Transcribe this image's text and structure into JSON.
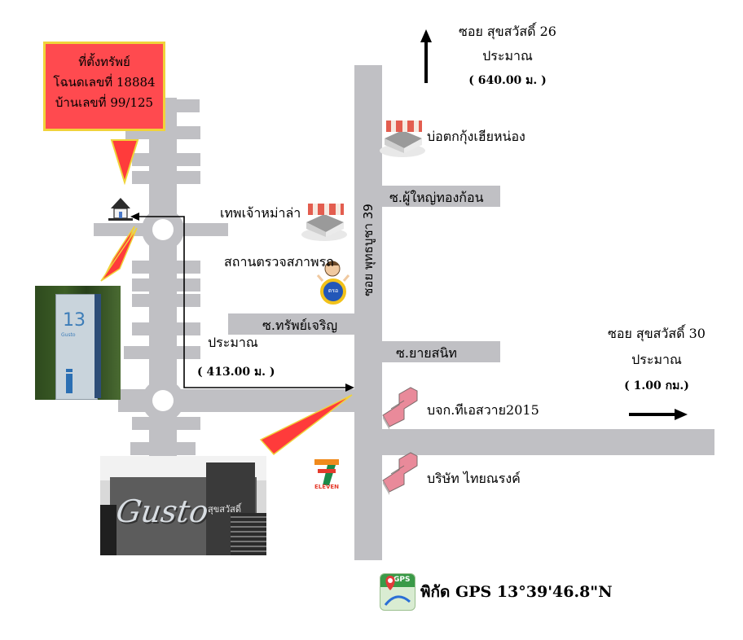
{
  "callout": {
    "line1": "ที่ตั้งทรัพย์",
    "line2": "โฉนดเลขที่ 18884",
    "line3": "บ้านเลขที่ 99/125"
  },
  "north": {
    "line1": "ซอย สุขสวัสดิ์ 26",
    "line2": "ประมาณ",
    "line3": "( 640.00 ม. )"
  },
  "east": {
    "line1": "ซอย สุขสวัสดิ์ 30",
    "line2": "ประมาณ",
    "line3": "( 1.00 กม.)"
  },
  "distance_local": {
    "line1": "ประมาณ",
    "line2": "( 413.00 ม. )"
  },
  "main_road": "ซอย พุทธบูชา 39",
  "streets": {
    "pu_yai": "ซ.ผู้ใหญ่ทองก้อน",
    "sap_charoen": "ซ.ทรัพย์เจริญ",
    "yai_sanit": "ซ.ยายสนิท"
  },
  "landmarks": {
    "shrimp_pond": "บ่อตกกุ้งเฮียหน่อง",
    "shrine": "เทพเจ้าหม่าล่า",
    "inspection": "สถานตรวจสภาพรถ",
    "company1": "บจก.ทีเอสวาย2015",
    "company2": "บริษัท ไทยณรงค์",
    "seven_eleven": "ELEVEN",
    "inspection_badge": "ตรอ",
    "gusto_sign_number": "13",
    "gusto_sign_word": "Gusto",
    "gusto_building_word": "Gusto",
    "gusto_building_thai": "สุขสวัสดิ์"
  },
  "gps": {
    "label": "พิกัด GPS 13°39'46.8\"N",
    "icon_text": "GPS"
  },
  "colors": {
    "road": "#c0c0c4",
    "callout_bg": "#ff4a4f",
    "callout_border": "#f0d33a",
    "arrow_red": "#ff3b3b"
  }
}
